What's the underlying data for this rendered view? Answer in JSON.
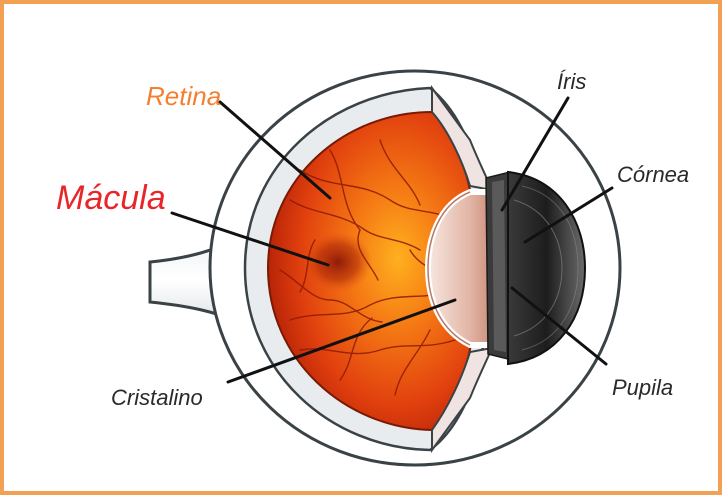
{
  "labels": {
    "retina": "Retina",
    "macula": "Mácula",
    "iris": "Íris",
    "cornea": "Córnea",
    "cristalino": "Cristalino",
    "pupila": "Pupila"
  },
  "colors": {
    "frame_border": "#f2a154",
    "retina_label": "#f57f30",
    "macula_label": "#e8262a",
    "label_text": "#2a2a2a",
    "retina_fill": "#e14a10",
    "macula_spot": "#8a1808",
    "vessels": "#8e1a06",
    "sclera": "#dfe3e6",
    "iris_dark": "#2b2b2b",
    "leader_lines": "#111111"
  }
}
